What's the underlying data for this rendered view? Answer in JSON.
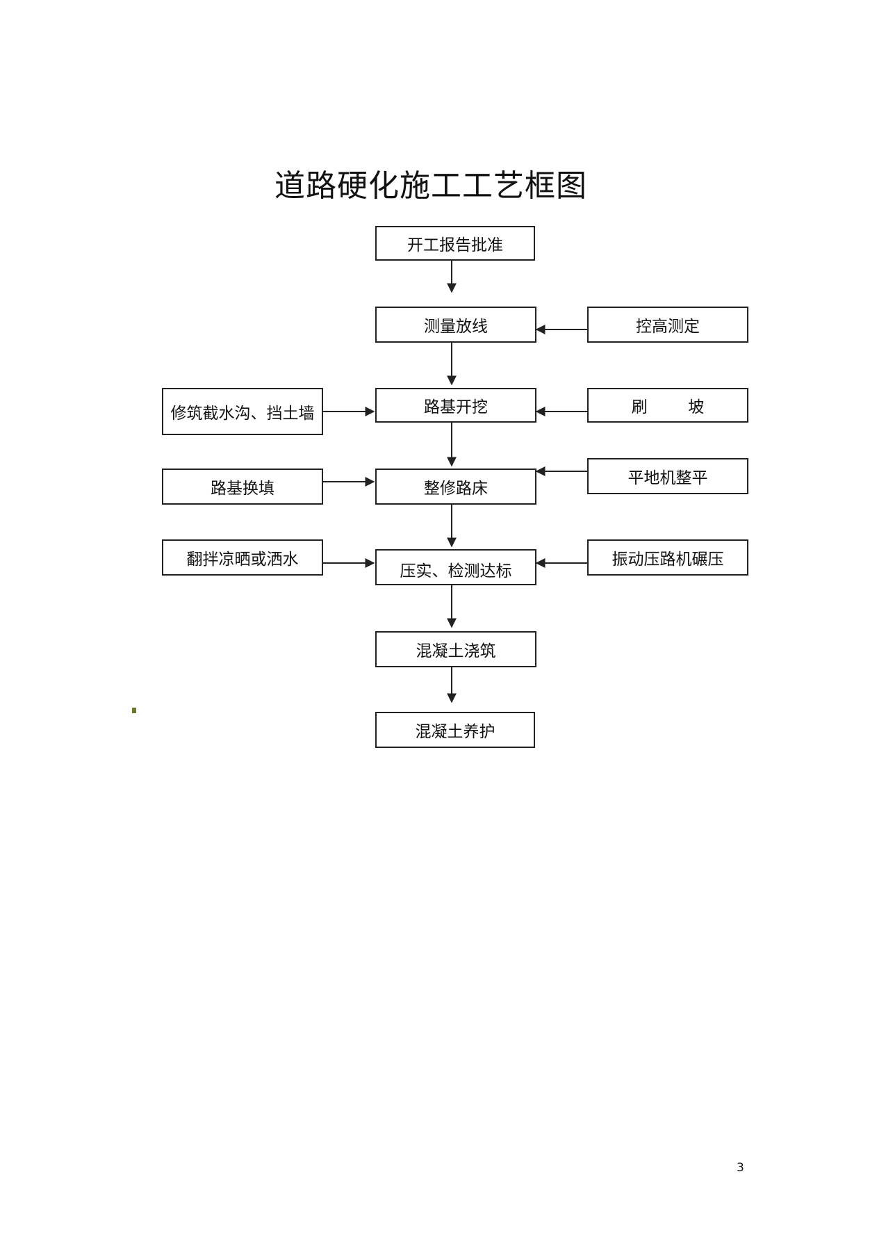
{
  "title": "道路硬化施工工艺框图",
  "nodes": {
    "start_approval": "开工报告批准",
    "survey_setout": "测量放线",
    "elevation_control": "控高测定",
    "side_ditch": "修筑截水沟、挡土墙",
    "subgrade_excavation": "路基开挖",
    "slope_trimming": "刷        坡",
    "subgrade_replacement": "路基换填",
    "roadbed_trimming": "整修路床",
    "grader_leveling": "平地机整平",
    "drying_watering": "翻拌凉晒或洒水",
    "compaction_test": "压实、检测达标",
    "vibratory_rolling": "振动压路机碾压",
    "concrete_pouring": "混凝土浇筑",
    "concrete_curing": "混凝土养护"
  },
  "page_number": "3"
}
